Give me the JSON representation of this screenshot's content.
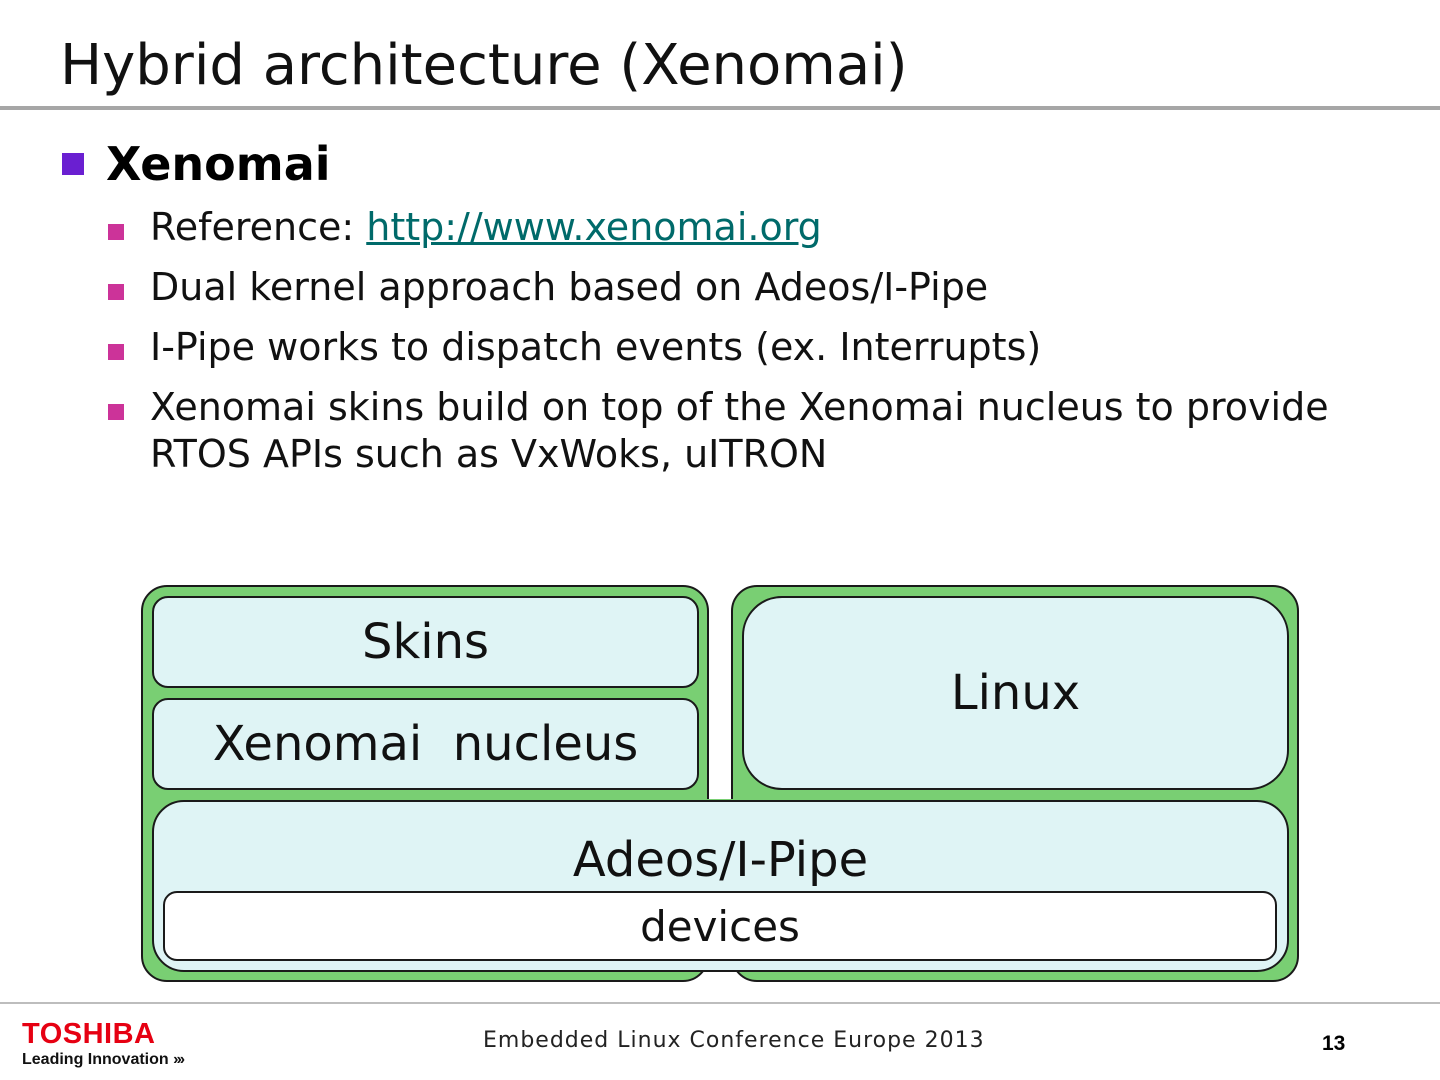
{
  "slide": {
    "title": "Hybrid architecture (Xenomai)",
    "heading": "Xenomai",
    "bullets": {
      "reference_label": "Reference: ",
      "reference_link": "http://www.xenomai.org",
      "b2": "Dual kernel approach based on Adeos/I-Pipe",
      "b3": "I-Pipe works to dispatch events (ex. Interrupts)",
      "b4_line1": "Xenomai skins build on top of the Xenomai nucleus to provide",
      "b4_line2": "RTOS APIs such as VxWoks, uITRON"
    }
  },
  "diagram": {
    "skins": "Skins",
    "nucleus": "Xenomai  nucleus",
    "linux": "Linux",
    "adeos": "Adeos/I-Pipe",
    "devices": "devices"
  },
  "footer": {
    "logo": "TOSHIBA",
    "tagline": "Leading Innovation",
    "tagline_chevrons": "›››",
    "conference": "Embedded Linux Conference Europe 2013",
    "page_number": "13"
  },
  "colors": {
    "bullet_l1": "#6a1fd1",
    "bullet_l2": "#cc3399",
    "link": "#006a6a",
    "green": "#79cf73",
    "layer_fill": "#dff4f5",
    "logo_red": "#e60012"
  }
}
